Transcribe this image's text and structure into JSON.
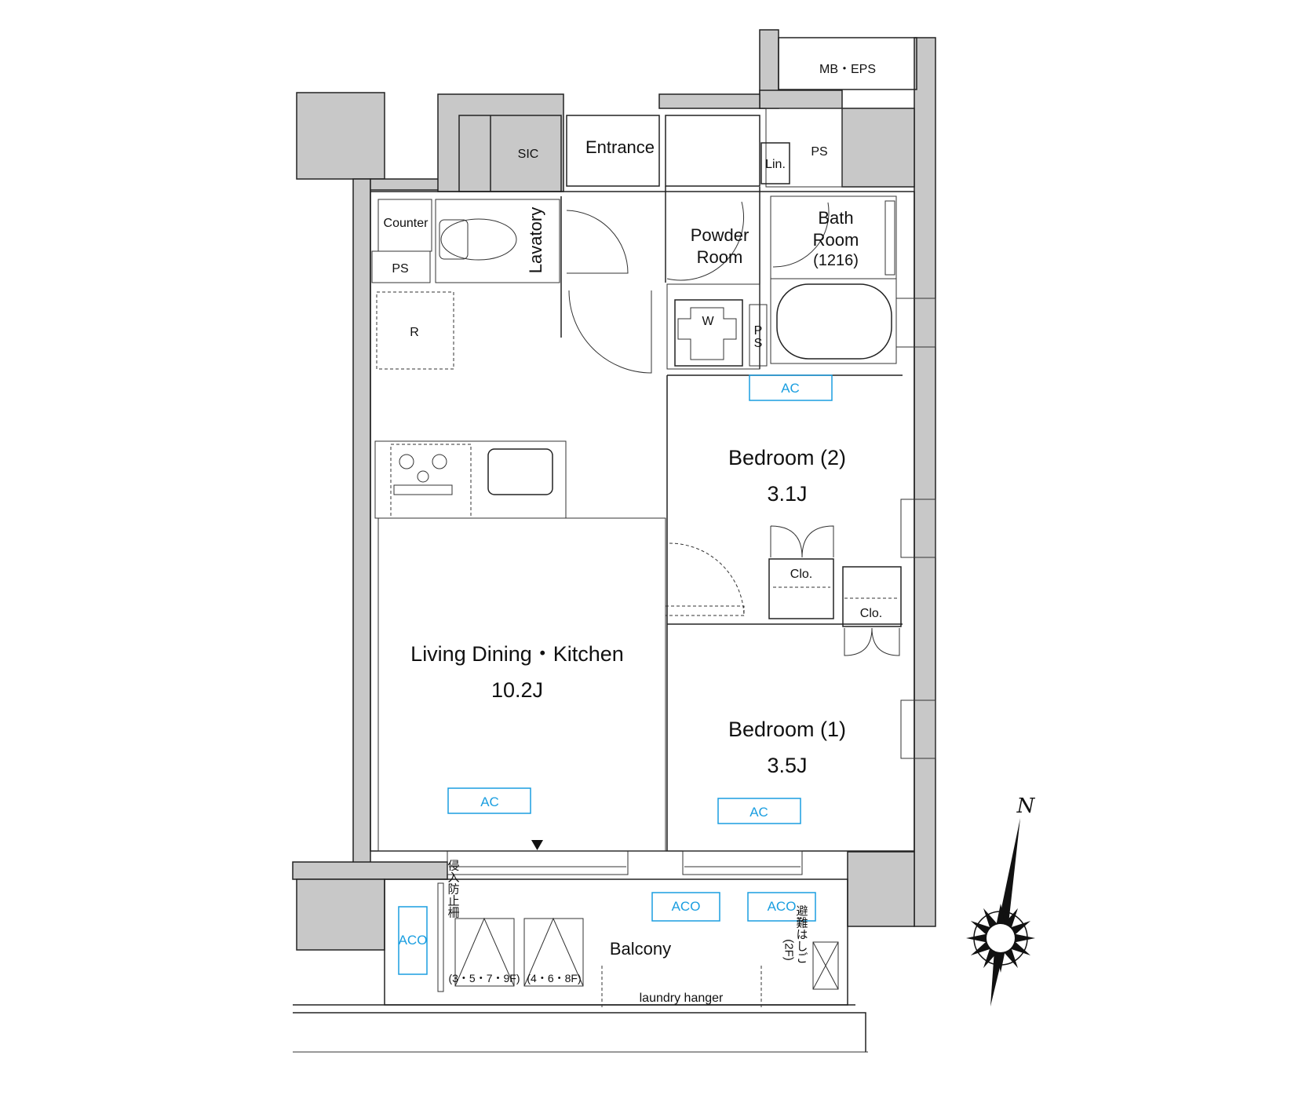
{
  "rooms": {
    "mb_eps": "MB・EPS",
    "sic": "SIC",
    "entrance": "Entrance",
    "linen": "Lin.",
    "ps_top": "PS",
    "counter": "Counter",
    "lavatory": "Lavatory",
    "ps_left": "PS",
    "powder_room_1": "Powder",
    "powder_room_2": "Room",
    "bath_1": "Bath",
    "bath_2": "Room",
    "bath_3": "(1216)",
    "refrigerator": "R",
    "washer": "W",
    "ps_mid_1": "P",
    "ps_mid_2": "S",
    "bedroom2_name": "Bedroom (2)",
    "bedroom2_size": "3.1J",
    "closet_a": "Clo.",
    "closet_b": "Clo.",
    "ldk_name": "Living Dining・Kitchen",
    "ldk_size": "10.2J",
    "bedroom1_name": "Bedroom (1)",
    "bedroom1_size": "3.5J",
    "balcony": "Balcony",
    "laundry_hanger": "laundry hanger"
  },
  "ac": {
    "bedroom2": "AC",
    "ldk": "AC",
    "bedroom1": "AC"
  },
  "aco": {
    "left": "ACO",
    "mid": "ACO",
    "right": "ACO"
  },
  "balcony_notes": {
    "fence": "侵入防止柵",
    "floors_a": "(3・5・7・9F)",
    "floors_b": "(4・6・8F)",
    "ladder": "避難はしご",
    "ladder_floor": "(2F)"
  },
  "compass": {
    "north_label": "N"
  },
  "colors": {
    "ac": "#1a9ee0",
    "wall": "#c8c8c8"
  }
}
